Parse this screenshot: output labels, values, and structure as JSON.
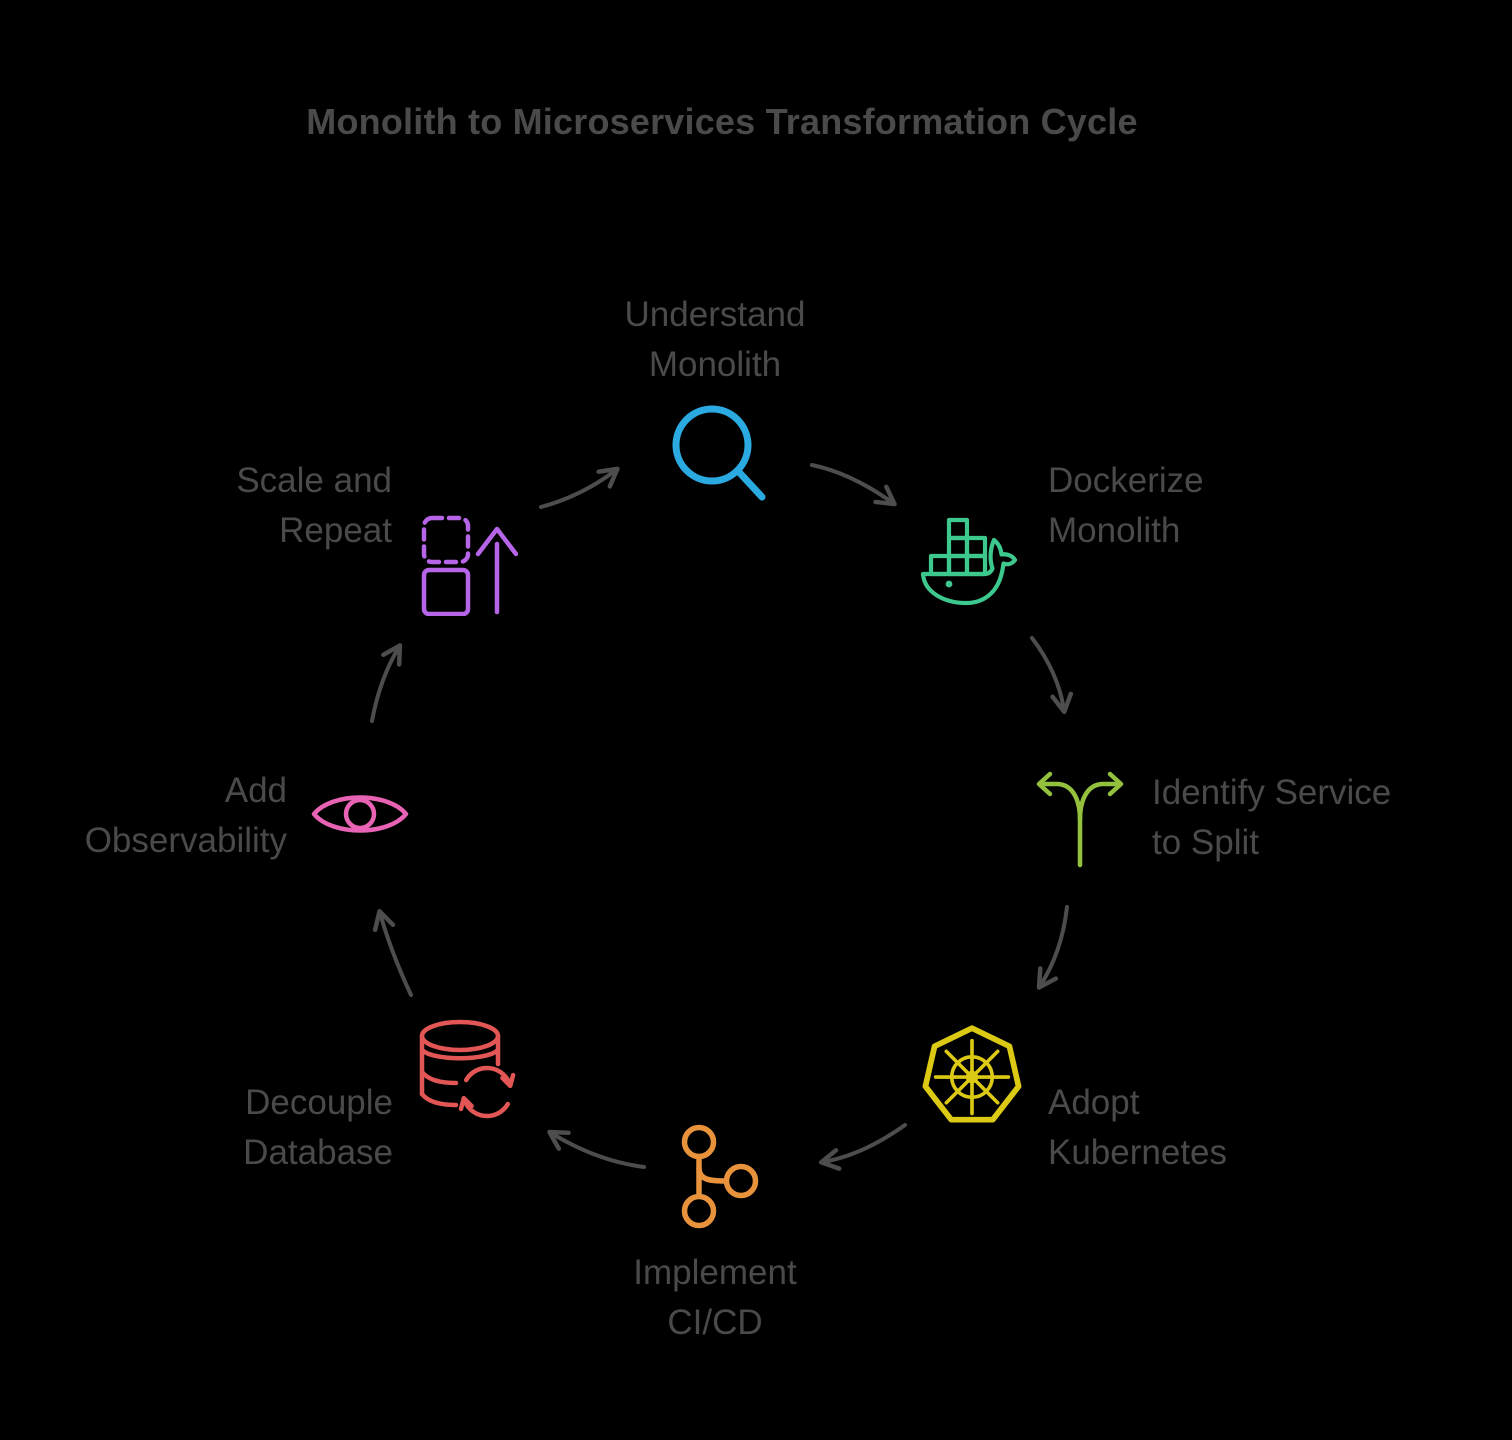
{
  "title": "Monolith to Microservices Transformation Cycle",
  "colors": {
    "background": "#000000",
    "text": "#4a4a4a",
    "arrow": "#4d4d4d"
  },
  "steps": [
    {
      "id": "understand-monolith",
      "label": "Understand\nMonolith",
      "icon": "magnifier-icon",
      "color": "#2baae2"
    },
    {
      "id": "dockerize-monolith",
      "label": "Dockerize\nMonolith",
      "icon": "docker-whale-icon",
      "color": "#3dc98d"
    },
    {
      "id": "identify-service-to-split",
      "label": "Identify Service\nto Split",
      "icon": "split-branch-icon",
      "color": "#94c13d"
    },
    {
      "id": "adopt-kubernetes",
      "label": "Adopt\nKubernetes",
      "icon": "kubernetes-helm-icon",
      "color": "#dcc913"
    },
    {
      "id": "implement-cicd",
      "label": "Implement\nCI/CD",
      "icon": "git-branch-icon",
      "color": "#e8923c"
    },
    {
      "id": "decouple-database",
      "label": "Decouple\nDatabase",
      "icon": "database-sync-icon",
      "color": "#e25656"
    },
    {
      "id": "add-observability",
      "label": "Add\nObservability",
      "icon": "eye-icon",
      "color": "#e863b3"
    },
    {
      "id": "scale-and-repeat",
      "label": "Scale and\nRepeat",
      "icon": "scale-up-icon",
      "color": "#b765e8"
    }
  ],
  "arrows": [
    {
      "from": "scale-and-repeat",
      "to": "understand-monolith"
    },
    {
      "from": "understand-monolith",
      "to": "dockerize-monolith"
    },
    {
      "from": "dockerize-monolith",
      "to": "identify-service-to-split"
    },
    {
      "from": "identify-service-to-split",
      "to": "adopt-kubernetes"
    },
    {
      "from": "adopt-kubernetes",
      "to": "implement-cicd"
    },
    {
      "from": "implement-cicd",
      "to": "decouple-database"
    },
    {
      "from": "decouple-database",
      "to": "add-observability"
    },
    {
      "from": "add-observability",
      "to": "scale-and-repeat"
    }
  ]
}
